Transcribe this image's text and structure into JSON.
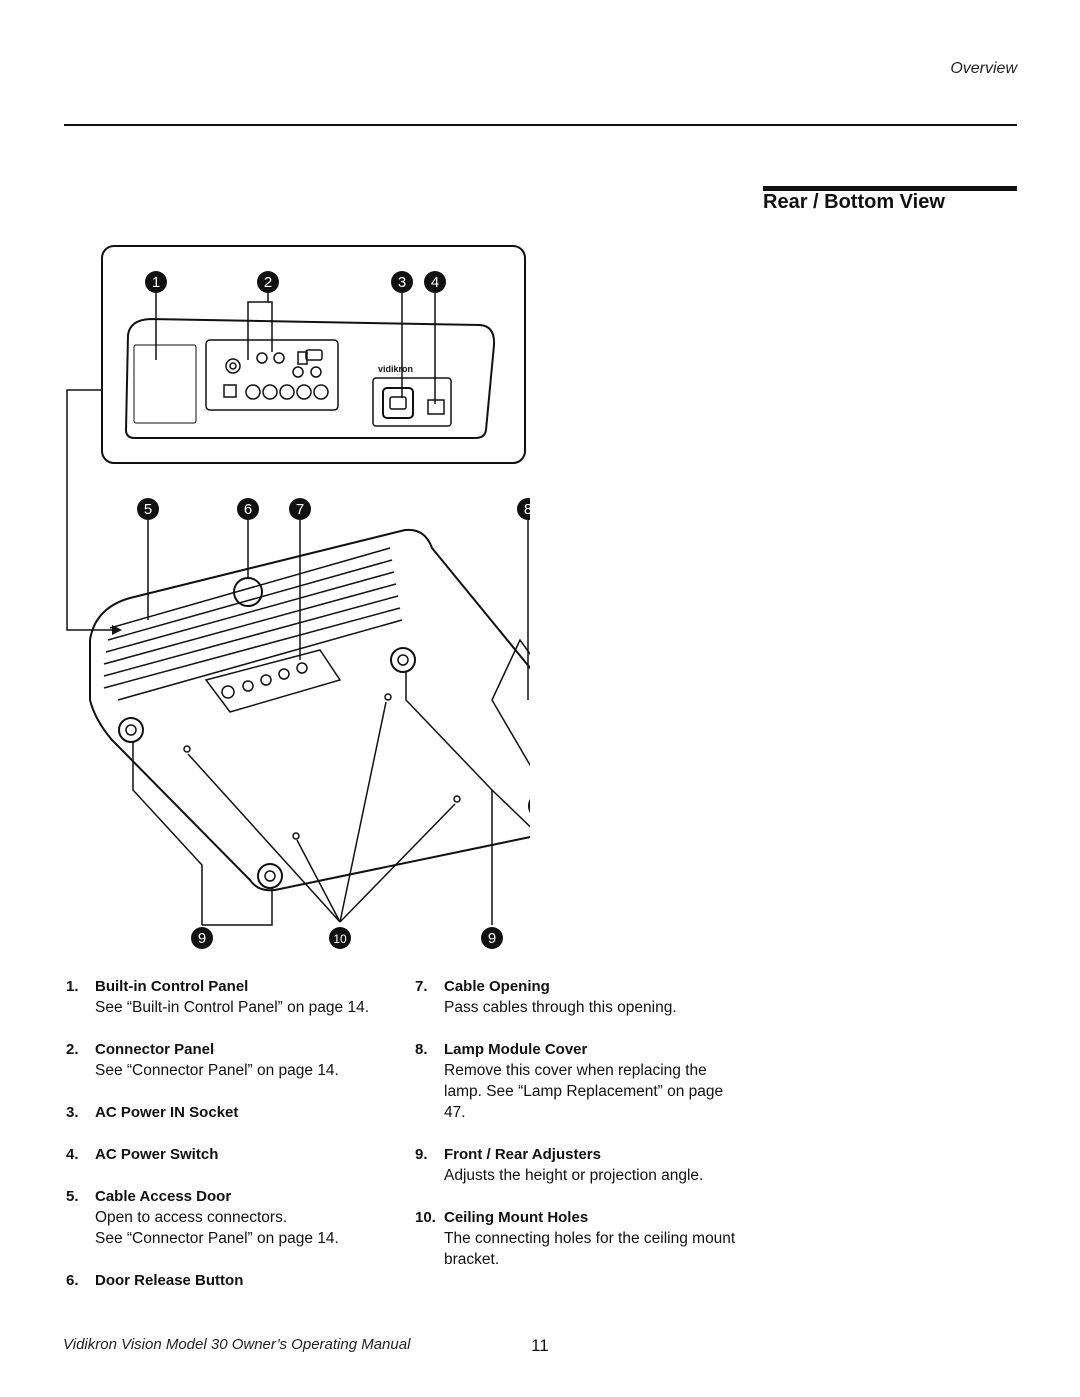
{
  "header": {
    "section_name": "Overview"
  },
  "section": {
    "title": "Rear / Bottom View"
  },
  "figure": {
    "callouts": [
      "1",
      "2",
      "3",
      "4",
      "5",
      "6",
      "7",
      "8",
      "9",
      "10",
      "9"
    ],
    "panel_logo": "vidikron"
  },
  "items_left": [
    {
      "num": "1.",
      "title": "Built-in Control Panel",
      "text": "See “Built-in Control Panel” on page 14."
    },
    {
      "num": "2.",
      "title": "Connector Panel",
      "text": "See “Connector Panel” on page 14."
    },
    {
      "num": "3.",
      "title": "AC Power IN Socket",
      "text": ""
    },
    {
      "num": "4.",
      "title": "AC Power Switch",
      "text": ""
    },
    {
      "num": "5.",
      "title": "Cable Access Door",
      "text": "Open to access connectors.\nSee “Connector Panel” on page 14."
    },
    {
      "num": "6.",
      "title": "Door Release Button",
      "text": ""
    }
  ],
  "items_right": [
    {
      "num": "7.",
      "title": "Cable Opening",
      "text": "Pass cables through this opening."
    },
    {
      "num": "8.",
      "title": "Lamp Module Cover",
      "text": "Remove this cover when replacing the lamp. See “Lamp Replacement” on page 47."
    },
    {
      "num": "9.",
      "title": "Front / Rear Adjusters",
      "text": "Adjusts the height or projection angle."
    },
    {
      "num": "10.",
      "title": "Ceiling Mount Holes",
      "text": "The connecting holes for the ceiling mount bracket."
    }
  ],
  "footer": {
    "manual_title": "Vidikron Vision Model 30 Owner’s Operating Manual",
    "page_number": "11"
  }
}
